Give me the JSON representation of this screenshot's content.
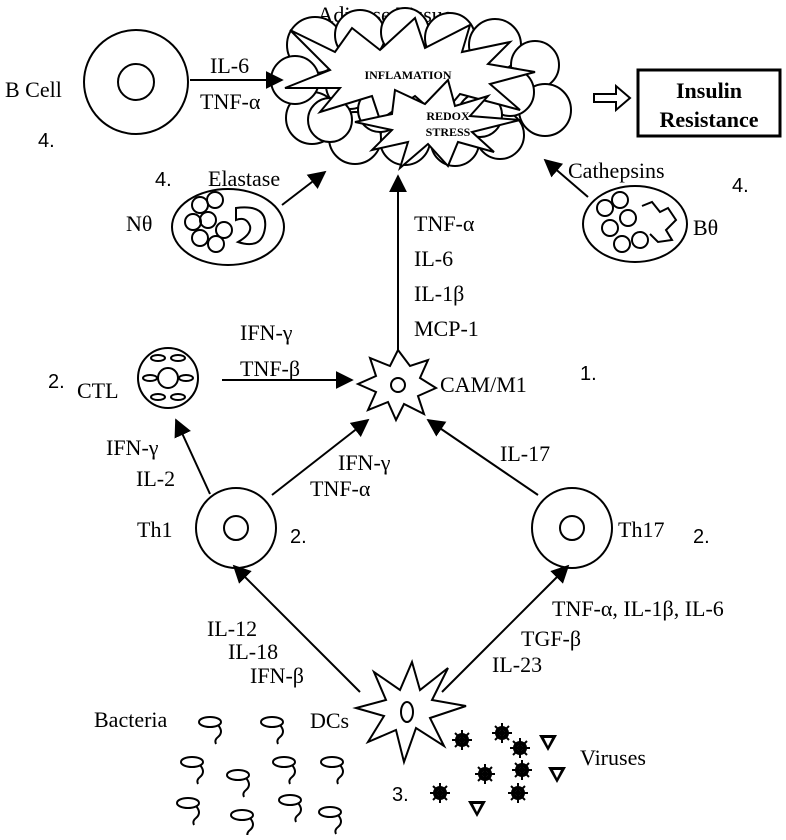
{
  "title": "Adipose Tissue",
  "cloud": {
    "inflammation": "INFLAMATION",
    "redox_line1": "REDOX",
    "redox_line2": "STRESS"
  },
  "outcome": {
    "line1": "Insulin",
    "line2": "Resistance"
  },
  "cells": {
    "b_cell": "B Cell",
    "neutrophil": "Nθ",
    "basophil": "Bθ",
    "ctl": "CTL",
    "cam": "CAM/M1",
    "th1": "Th1",
    "th17": "Th17",
    "dcs": "DCs",
    "bacteria": "Bacteria",
    "viruses": "Viruses"
  },
  "numbers": {
    "b_cell": "4.",
    "neutrophil": "4.",
    "basophil": "4.",
    "ctl": "2.",
    "cam": "1.",
    "th1": "2.",
    "th17": "2.",
    "dcs": "3."
  },
  "mediators": {
    "b_cell": [
      "IL-6",
      "TNF-α"
    ],
    "neutrophil": "Elastase",
    "basophil": "Cathepsins",
    "cam": [
      "TNF-α",
      "IL-6",
      "IL-1β",
      "MCP-1"
    ],
    "ctl": [
      "IFN-γ",
      "TNF-β"
    ],
    "th1_to_ctl": [
      "IFN-γ",
      "IL-2"
    ],
    "th1_to_cam": [
      "IFN-γ",
      "TNF-α"
    ],
    "th17_to_cam": "IL-17",
    "dc_to_th1": [
      "IL-12",
      "IL-18",
      "IFN-β"
    ],
    "dc_to_th17": [
      "TNF-α, IL-1β, IL-6",
      "TGF-β",
      "IL-23"
    ]
  }
}
